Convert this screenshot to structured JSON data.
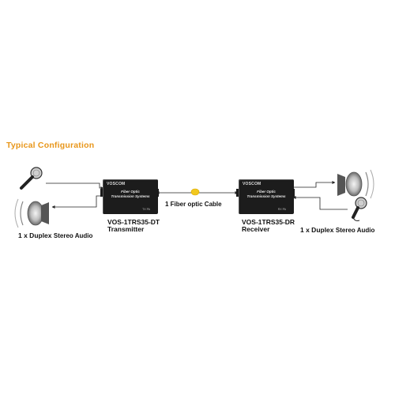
{
  "title": "Typical Configuration",
  "cable": {
    "label": "1 Fiber optic Cable",
    "dot_color": "#f2c81f"
  },
  "transmitter": {
    "brand": "VOSCOM",
    "line1": "Fiber Optic",
    "line2": "Transmission Systems",
    "indicator": "TX  PA",
    "model": "VOS-1TRS35-DT",
    "role": "Transmitter"
  },
  "receiver": {
    "brand": "VOSCOM",
    "line1": "Fiber Optic",
    "line2": "Transmission Systems",
    "indicator": "RX  PA",
    "model": "VOS-1TRS35-DR",
    "role": "Receiver"
  },
  "left_caption": {
    "main": "1 x Duplex",
    "small": "Stereo Audio"
  },
  "right_caption": {
    "main": "1 x Duplex",
    "small": "Stereo Audio"
  },
  "colors": {
    "title": "#e8961a",
    "device": "#1c1c1c",
    "line": "#222222"
  }
}
